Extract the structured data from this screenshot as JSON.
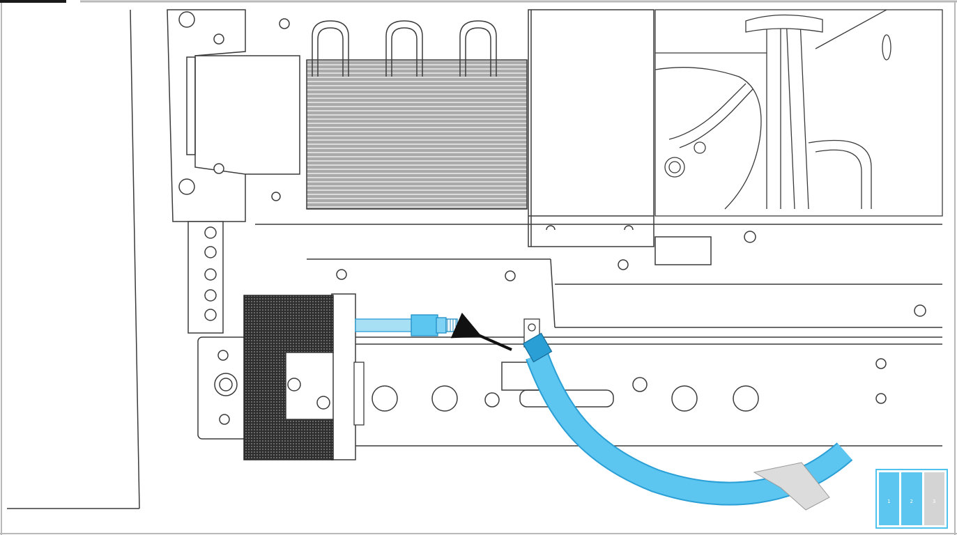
{
  "progress_indicator": {
    "steps": [
      {
        "label": "1",
        "state": "done"
      },
      {
        "label": "2",
        "state": "current"
      },
      {
        "label": "3",
        "state": "pending"
      }
    ]
  },
  "colors": {
    "line_art": "#3a3a3a",
    "line_light": "#7a7a7a",
    "highlight_blue": "#5cc5f0",
    "highlight_blue_dark": "#2a9fd6",
    "pending_gray": "#d4d4d4",
    "gasket_black": "#3a3a3a",
    "tape_gray": "#dcdcdc"
  },
  "icons": {
    "direction": "arrow-left-icon"
  }
}
